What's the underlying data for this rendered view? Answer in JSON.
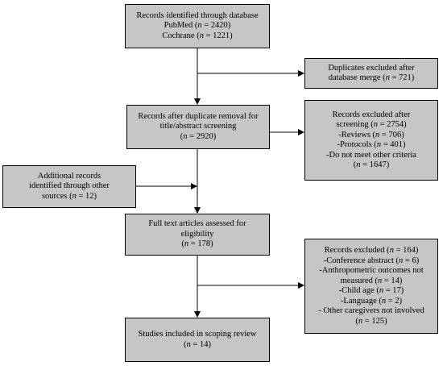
{
  "identified": {
    "lines": [
      {
        "t": "Records identified through database"
      },
      {
        "pre": "PubMed (",
        "n": "n",
        "post": " = 2420)"
      },
      {
        "pre": "Cochrane (",
        "n": "n",
        "post": " = 1221)"
      }
    ]
  },
  "duplicates": {
    "lines": [
      {
        "t": "Duplicates excluded after"
      },
      {
        "pre": "database merge (",
        "n": "n",
        "post": " = 721)"
      }
    ]
  },
  "after_dup": {
    "lines": [
      {
        "t": "Records after duplicate removal for"
      },
      {
        "t": "title/abstract screening"
      },
      {
        "pre": "(",
        "n": "n",
        "post": " = 2920)"
      }
    ]
  },
  "excluded_screen": {
    "lines": [
      {
        "t": "Records excluded after"
      },
      {
        "pre": "screening (",
        "n": "n",
        "post": " = 2754)"
      },
      {
        "pre": "-Reviews (",
        "n": "n",
        "post": " = 706)"
      },
      {
        "pre": "-Protocols (",
        "n": "n",
        "post": " = 401)"
      },
      {
        "t": "-Do not meet other criteria"
      },
      {
        "pre": "(",
        "n": "n",
        "post": " = 1647)"
      }
    ]
  },
  "additional": {
    "lines": [
      {
        "t": "Additional records"
      },
      {
        "t": "identified through other"
      },
      {
        "pre": "sources (",
        "n": "n",
        "post": " = 12)"
      }
    ]
  },
  "fulltext": {
    "lines": [
      {
        "t": "Full text articles assessed for"
      },
      {
        "t": "eligibility"
      },
      {
        "pre": "(",
        "n": "n",
        "post": " = 178)"
      }
    ]
  },
  "excluded_full": {
    "lines": [
      {
        "pre": "Records excluded (",
        "n": "n",
        "post": " = 164)"
      },
      {
        "pre": "-Conference abstract (",
        "n": "n",
        "post": " = 6)"
      },
      {
        "t": "-Anthropometric outcomes not"
      },
      {
        "pre": "measured (",
        "n": "n",
        "post": " = 14)"
      },
      {
        "pre": "-Child age (",
        "n": "n",
        "post": " = 17)"
      },
      {
        "pre": "-Language (",
        "n": "n",
        "post": " = 2)"
      },
      {
        "t": "- Other caregivers not involved"
      },
      {
        "pre": "(",
        "n": "n",
        "post": " = 125)"
      }
    ]
  },
  "included": {
    "lines": [
      {
        "t": "Studies included in scoping review"
      },
      {
        "pre": "(",
        "n": "n",
        "post": " = 14)"
      }
    ]
  }
}
